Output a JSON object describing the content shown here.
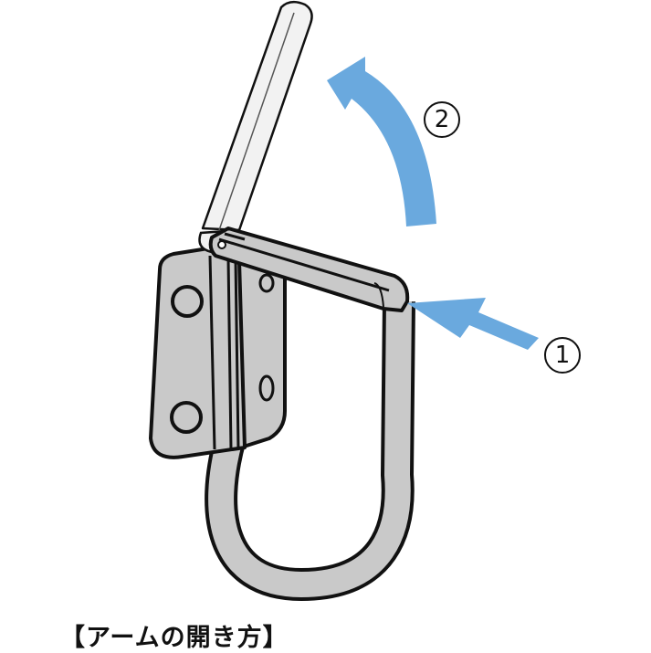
{
  "caption": "【アームの開き方】",
  "steps": [
    {
      "number": "2",
      "description": "arm swings upward (curved arrow)"
    },
    {
      "number": "1",
      "description": "push arm end (straight arrow)"
    }
  ],
  "colors": {
    "arrow": "#6aa9de",
    "metal": "#c9c9c9",
    "arm_open": "#f2f2f2",
    "outline": "#111111",
    "background": "#ffffff"
  },
  "icons": {
    "hook": "folding-hook-illustration",
    "curved_arrow": "curved-arrow-icon",
    "straight_arrow": "straight-arrow-icon"
  }
}
